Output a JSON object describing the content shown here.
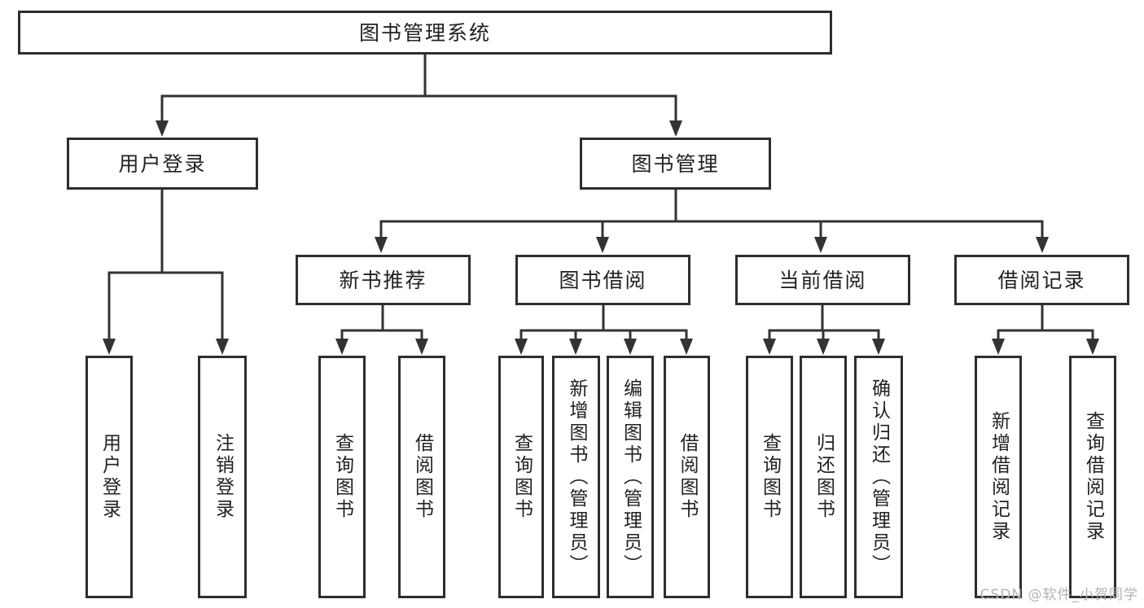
{
  "diagram": {
    "root": {
      "label": "图书管理系统"
    },
    "branches": [
      {
        "label": "用户登录",
        "leaves": [
          "用户登录",
          "注销登录"
        ]
      },
      {
        "label": "图书管理",
        "groups": [
          {
            "label": "新书推荐",
            "leaves": [
              "查询图书",
              "借阅图书"
            ]
          },
          {
            "label": "图书借阅",
            "leaves": [
              "查询图书",
              "新增图书（管理员）",
              "编辑图书（管理员）",
              "借阅图书"
            ]
          },
          {
            "label": "当前借阅",
            "leaves": [
              "查询图书",
              "归还图书",
              "确认归还（管理员）"
            ]
          },
          {
            "label": "借阅记录",
            "leaves": [
              "新增借阅记录",
              "查询借阅记录"
            ]
          }
        ]
      }
    ]
  },
  "colors": {
    "line": "#333333",
    "border": "#2e2e2e",
    "text": "#222222",
    "watermark_text_color": "#b3b3b3",
    "background": "#ffffff"
  },
  "watermark": "CSDN @软件_小贺同学"
}
